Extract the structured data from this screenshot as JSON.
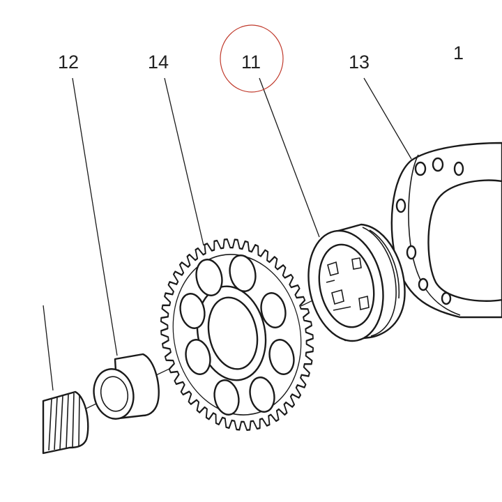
{
  "diagram": {
    "callouts": [
      {
        "id": "c12",
        "label": "12"
      },
      {
        "id": "c14",
        "label": "14"
      },
      {
        "id": "c11",
        "label": "11"
      },
      {
        "id": "c13",
        "label": "13"
      },
      {
        "id": "c1",
        "label": "1"
      }
    ],
    "highlight_color": "#c0392b",
    "ink_color": "#1a1a1a"
  }
}
